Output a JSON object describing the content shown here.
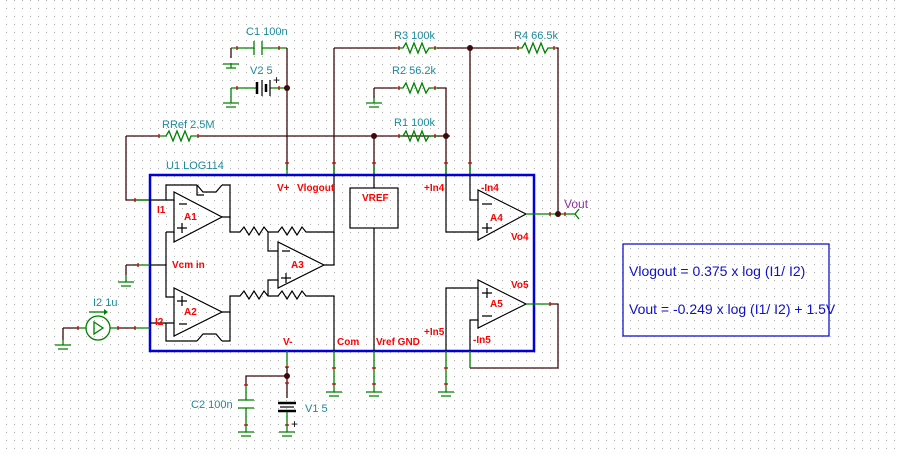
{
  "schematic": {
    "ic": {
      "name": "U1 LOG114"
    },
    "ic_pins": {
      "i1": "I1",
      "i2": "I2",
      "vcm_in": "Vcm in",
      "vplus": "V+",
      "vlogout": "Vlogout",
      "vminus": "V-",
      "com": "Com",
      "vref_gnd": "Vref GND",
      "plus_in4": "+In4",
      "minus_in4": "-In4",
      "vo4": "Vo4",
      "plus_in5": "+In5",
      "minus_in5": "-In5",
      "vo5": "Vo5"
    },
    "internal": {
      "a1": "A1",
      "a2": "A2",
      "a3": "A3",
      "a4": "A4",
      "a5": "A5",
      "vref": "VREF"
    },
    "components": {
      "c1": "C1 100n",
      "v2": "V2 5",
      "rref": "RRef 2.5M",
      "r3": "R3 100k",
      "r4": "R4 66.5k",
      "r2": "R2 56.2k",
      "r1": "R1 100k",
      "i2src": "I2 1u",
      "c2": "C2 100n",
      "v1": "V1 5"
    },
    "output_label": "Vout",
    "polarity_plus": "+"
  },
  "equations": {
    "line1": "Vlogout = 0.375 x log (I1/ I2)",
    "line2": "Vout = -0.249 x log (I1/ I2) + 1.5V"
  },
  "colors": {
    "wire": "#3c0a0a",
    "component": "#008000",
    "ic_border": "#0000dd",
    "pin_label": "#ff0000",
    "component_label": "#1a8a9a",
    "equation_text": "#1010c8"
  }
}
